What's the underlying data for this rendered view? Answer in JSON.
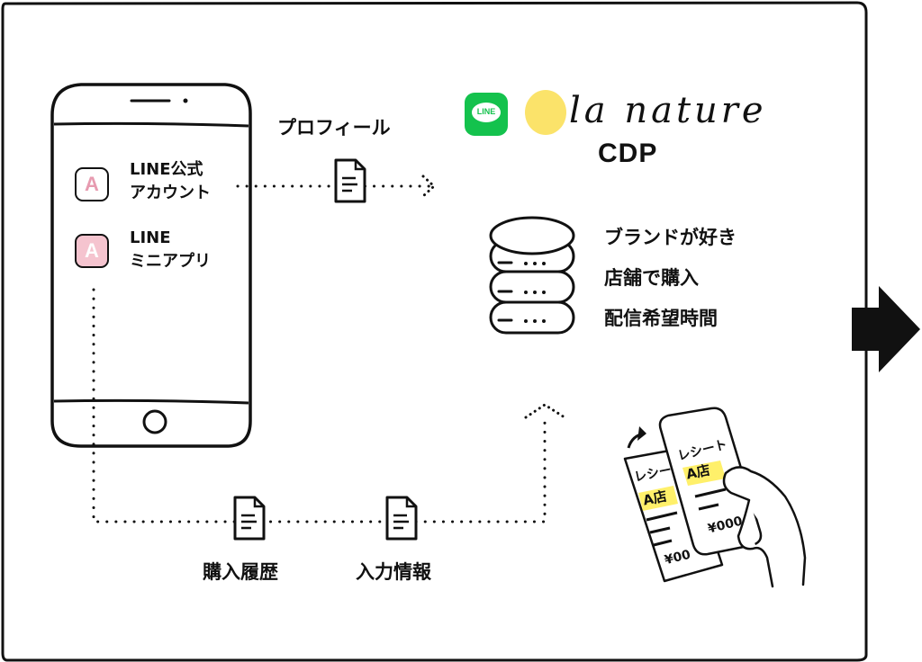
{
  "apps": [
    {
      "icon": "line-official-account-icon",
      "line1": "LINE公式",
      "line2": "アカウント"
    },
    {
      "icon": "line-mini-app-icon",
      "line1": "LINE",
      "line2": "ミニアプリ"
    }
  ],
  "flows": {
    "profile_label": "プロフィール",
    "purchase_history_label": "購入履歴",
    "input_info_label": "入力情報"
  },
  "brand": {
    "line_badge_text": "LINE",
    "logo_text": "la nature",
    "cdp_title": "CDP"
  },
  "cdp_items": [
    "ブランドが好き",
    "店舗で購入",
    "配信希望時間"
  ],
  "receipt": {
    "title_back": "レシー",
    "store_back": "A店",
    "price_back": "¥00",
    "title_front": "レシート",
    "store_front": "A店",
    "price_front": "¥000"
  },
  "colors": {
    "line_green": "#14c24d",
    "sun_yellow": "#fbe36a",
    "panel_gray": "#f1f0ef",
    "icon_pink": "#f5c4cf",
    "highlight_yellow": "#fff06a"
  }
}
